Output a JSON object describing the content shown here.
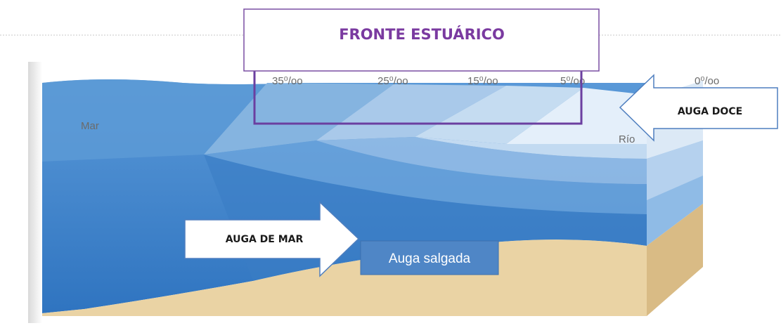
{
  "title": "FRONTE ESTUÁRICO",
  "salinity_labels": [
    "35⁰/oo",
    "25⁰/oo",
    "15⁰/oo",
    "5⁰/oo",
    "0⁰/oo"
  ],
  "sea_label": "Mar",
  "river_label": "Río",
  "freshwater_arrow_label": "AUGA DOCE",
  "seawater_arrow_label": "AUGA DE MAR",
  "saltwater_box_label": "Auga salgada",
  "colors": {
    "title_border": "#7a4fa3",
    "title_text": "#7a3aa0",
    "front_box": "#6b3fa0",
    "arrow_border": "#4f7fbf",
    "saltwater_box": "#4f86c6",
    "sand": "#e8cf9e",
    "deep_sea": "#3f82c9"
  }
}
